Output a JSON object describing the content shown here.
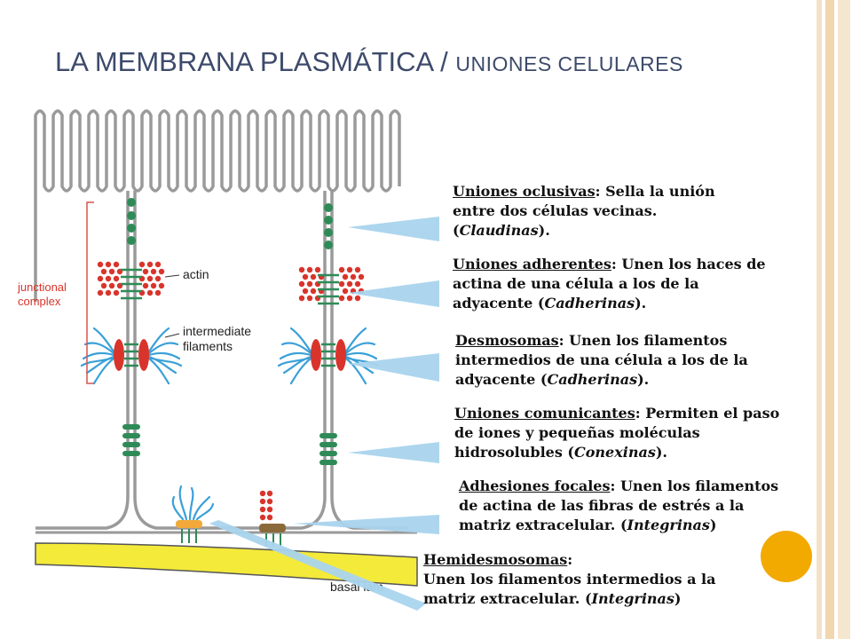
{
  "title": {
    "main": "LA MEMBRANA PLASMÁTICA / ",
    "sub": "UNIONES CELULARES"
  },
  "figure_labels": {
    "junctional_complex_1": "junctional",
    "junctional_complex_2": "complex",
    "actin": "actin",
    "intermediate_filaments_1": "intermediate",
    "intermediate_filaments_2": "filaments",
    "basal_lamina": "basal lam"
  },
  "junctions": [
    {
      "term": "Uniones oclusivas",
      "line1": ": Sella la unión",
      "line2": "entre dos células vecinas.",
      "line3_pre": "(",
      "protein": "Claudinas",
      "line3_post": ")."
    },
    {
      "term": "Uniones adherentes",
      "line1": ": Unen los haces de",
      "line2": "actina de una célula a los de la",
      "line3_pre": "adyacente (",
      "protein": "Cadherinas",
      "line3_post": ")."
    },
    {
      "term": "Desmosomas",
      "line1": ": Unen los filamentos",
      "line2": "intermedios de una célula a los de la",
      "line3_pre": "adyacente (",
      "protein": "Cadherinas",
      "line3_post": ")."
    },
    {
      "term": "Uniones comunicantes",
      "line1": ": Permiten el paso",
      "line2": "de iones y pequeñas moléculas",
      "line3_pre": "hidrosolubles (",
      "protein": "Conexinas",
      "line3_post": ")."
    },
    {
      "term": "Adhesiones focales",
      "line1": ": Unen los filamentos",
      "line2": "de actina de las fibras de estrés a la",
      "line3_pre": "matriz extracelular. (",
      "protein": "Integrinas",
      "line3_post": ")"
    },
    {
      "term": "Hemidesmosomas",
      "line1": ":",
      "line2": "Unen los filamentos intermedios a la",
      "line3_pre": "matriz extracelular. (",
      "protein": "Integrinas",
      "line3_post": ")"
    }
  ],
  "colors": {
    "title": "#3d4a6b",
    "membrane": "#9a9a9a",
    "actin_dots": "#d9342b",
    "tight_junction": "#2e8b57",
    "intermediate_filaments": "#3aa0d8",
    "basal_lamina": "#f4ea3a",
    "pointer": "#a9d4ee",
    "accent_circle": "#f2a900",
    "bracket": "#d9534f"
  }
}
